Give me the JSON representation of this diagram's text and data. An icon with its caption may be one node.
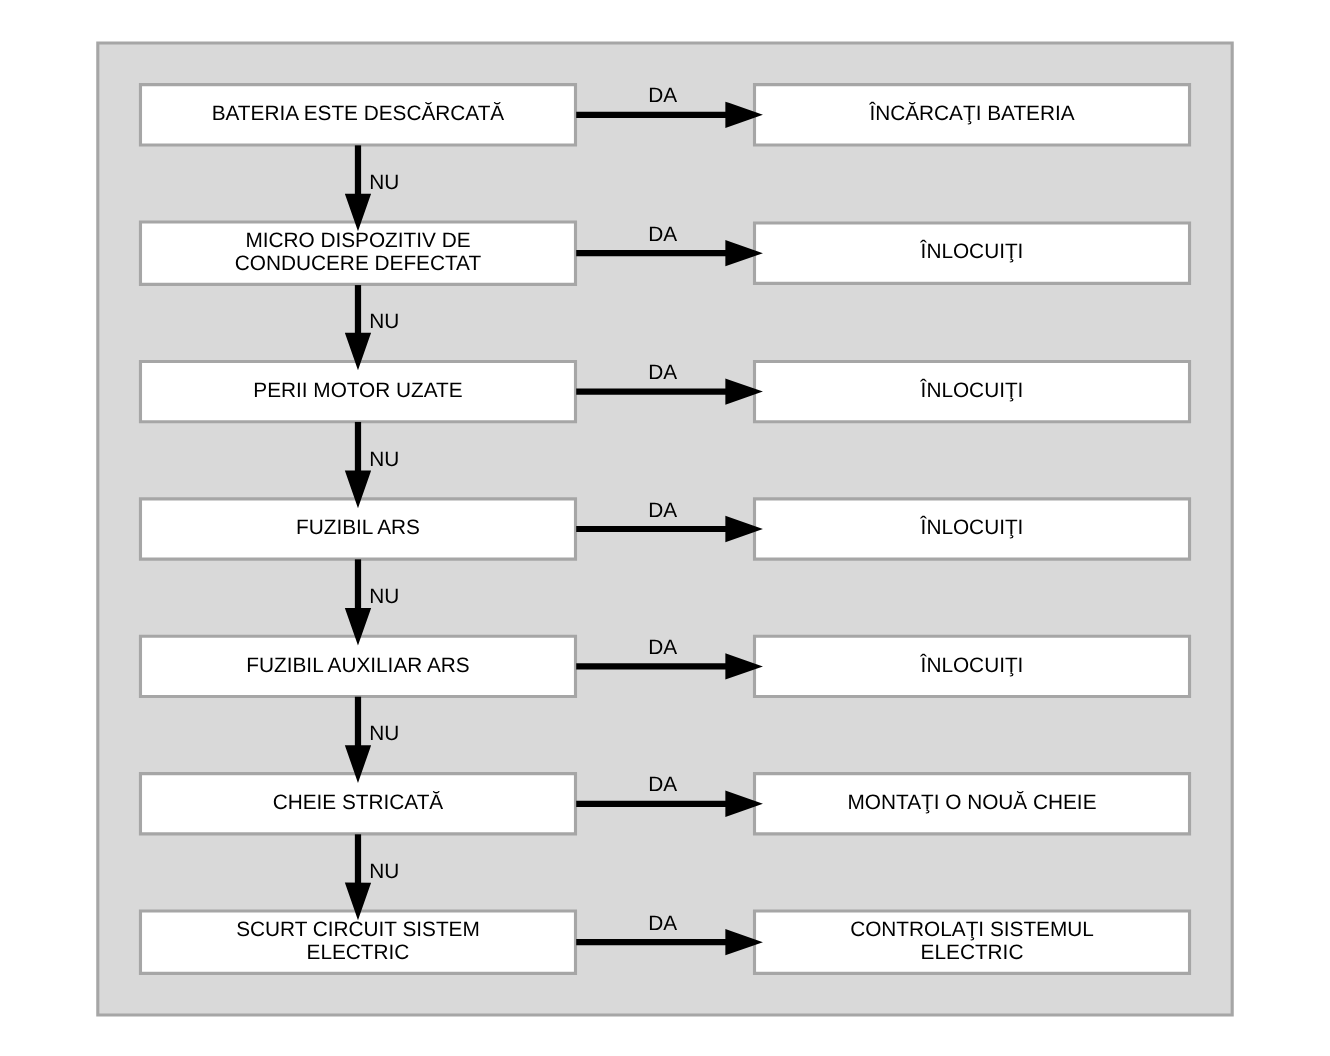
{
  "diagram": {
    "nodes": [
      {
        "text": [],
        "shape": "box"
      },
      {
        "text": [
          "BATERIA ESTE DESCĂRCATĂ"
        ],
        "in": 0
      },
      {
        "text": [
          "ÎNCĂRCAŢI BATERIA"
        ],
        "in": 0
      },
      {
        "text": [
          "MICRO DISPOZITIV DE CONDUCERE DEFECTAT"
        ],
        "in": 0
      },
      {
        "text": [
          "ÎNLOCUIŢI"
        ],
        "in": 0
      },
      {
        "text": [
          "PERII MOTOR UZATE"
        ],
        "in": 0
      },
      {
        "text": [
          "ÎNLOCUIŢI"
        ],
        "in": 0
      },
      {
        "text": [
          "FUZIBIL ARS"
        ],
        "in": 0
      },
      {
        "text": [
          "ÎNLOCUIŢI"
        ],
        "in": 0
      },
      {
        "text": [
          "FUZIBIL AUXILIAR ARS"
        ],
        "in": 0
      },
      {
        "text": [
          "ÎNLOCUIŢI"
        ],
        "in": 0
      },
      {
        "text": [
          "CHEIE STRICATĂ"
        ],
        "in": 0
      },
      {
        "text": [
          "MONTAŢI O NOUĂ CHEIE"
        ],
        "in": 0
      },
      {
        "text": [
          "SCURT CIRCUIT SISTEM ELECTRIC"
        ],
        "in": 0
      },
      {
        "text": [
          "CONTROLAŢI SISTEMUL ELECTRIC"
        ],
        "in": 0
      }
    ],
    "edges": [
      {
        "from": 1,
        "to": 2,
        "arrow": "to",
        "label": "DA"
      },
      {
        "from": 1,
        "to": 3,
        "arrow": "to",
        "label": "NU"
      },
      {
        "from": 3,
        "to": 4,
        "arrow": "to",
        "label": "DA"
      },
      {
        "from": 3,
        "to": 5,
        "arrow": "to",
        "label": "NU"
      },
      {
        "from": 5,
        "to": 6,
        "arrow": "to",
        "label": "DA"
      },
      {
        "from": 5,
        "to": 7,
        "arrow": "to",
        "label": "NU"
      },
      {
        "from": 7,
        "to": 8,
        "arrow": "to",
        "label": "DA"
      },
      {
        "from": 7,
        "to": 9,
        "arrow": "to",
        "label": "NU"
      },
      {
        "from": 9,
        "to": 10,
        "arrow": "to",
        "label": "DA"
      },
      {
        "from": 9,
        "to": 11,
        "arrow": "to",
        "label": "NU"
      },
      {
        "from": 11,
        "to": 12,
        "arrow": "to",
        "label": "DA"
      },
      {
        "from": 11,
        "to": 13,
        "arrow": "to",
        "label": "NU"
      },
      {
        "from": 13,
        "to": 14,
        "arrow": "to",
        "label": "DA"
      }
    ]
  }
}
